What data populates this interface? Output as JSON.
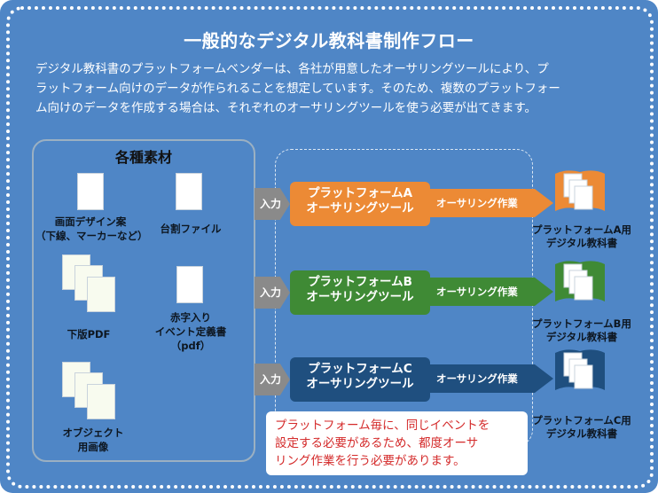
{
  "title": "一般的なデジタル教科書制作フロー",
  "intro_lines": [
    "デジタル教科書のプラットフォームベンダーは、各社が用意したオーサリングツールにより、プ",
    "ラットフォーム向けのデータが作られることを想定しています。そのため、複数のプラットフォー",
    "ム向けのデータを作成する場合は、それぞれのオーサリングツールを使う必要が出てきます。"
  ],
  "materials": {
    "heading": "各種素材",
    "items": [
      {
        "line1": "画面デザイン案",
        "line2": "（下線、マーカーなど）"
      },
      {
        "line1": "台割ファイル"
      },
      {
        "line1": "下版PDF"
      },
      {
        "line1": "赤字入り",
        "line2": "イベント定義書",
        "line3": "（pdf）"
      },
      {
        "line1": "オブジェクト",
        "line2": "用画像"
      }
    ]
  },
  "input_label": "入力",
  "platforms": [
    {
      "line1": "プラットフォームA",
      "line2": "オーサリングツール",
      "arrow": "オーサリング作業",
      "out1": "プラットフォームA用",
      "out2": "デジタル教科書",
      "color": "#ec8a35",
      "arrow_color": "#ec8a35"
    },
    {
      "line1": "プラットフォームB",
      "line2": "オーサリングツール",
      "arrow": "オーサリング作業",
      "out1": "プラットフォームB用",
      "out2": "デジタル教科書",
      "color": "#3f8a35",
      "arrow_color": "#3f8a35"
    },
    {
      "line1": "プラットフォームC",
      "line2": "オーサリングツール",
      "arrow": "オーサリング作業",
      "out1": "プラットフォームC用",
      "out2": "デジタル教科書",
      "color": "#1f4f7f",
      "arrow_color": "#1f4f7f"
    }
  ],
  "note_lines": [
    "プラットフォーム毎に、同じイベントを",
    "設定する必要があるため、都度オーサ",
    "リング作業を行う必要があります。"
  ]
}
